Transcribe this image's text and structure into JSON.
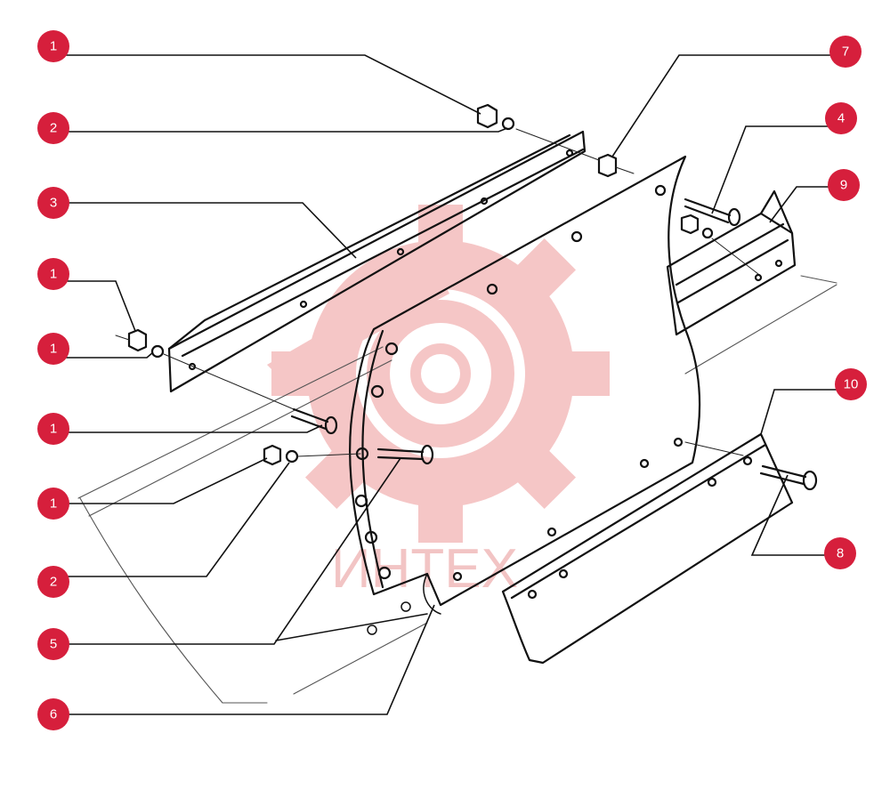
{
  "watermark": {
    "text": "ИНТЕХ",
    "color": "#f2b8b8"
  },
  "badge_color": "#d61f3c",
  "callouts": [
    {
      "id": "c1a",
      "label": "1"
    },
    {
      "id": "c2a",
      "label": "2"
    },
    {
      "id": "c3",
      "label": "3"
    },
    {
      "id": "c1b",
      "label": "1"
    },
    {
      "id": "c1c",
      "label": "1"
    },
    {
      "id": "c1d",
      "label": "1"
    },
    {
      "id": "c1e",
      "label": "1"
    },
    {
      "id": "c2b",
      "label": "2"
    },
    {
      "id": "c5",
      "label": "5"
    },
    {
      "id": "c6",
      "label": "6"
    },
    {
      "id": "c7",
      "label": "7"
    },
    {
      "id": "c4",
      "label": "4"
    },
    {
      "id": "c9",
      "label": "9"
    },
    {
      "id": "c10",
      "label": "10"
    },
    {
      "id": "c8",
      "label": "8"
    }
  ]
}
